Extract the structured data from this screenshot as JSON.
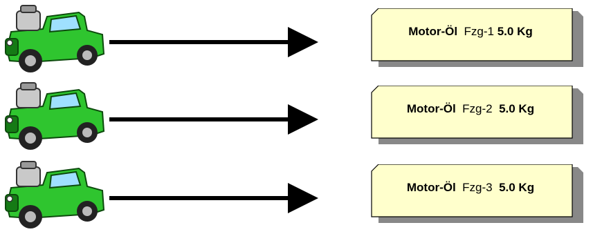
{
  "rows": [
    {
      "product": "Motor-Öl",
      "vehicle": "Fzg-1",
      "amount": "5.0 Kg"
    },
    {
      "product": "Motor-Öl",
      "vehicle": "Fzg-2",
      "amount": "5.0 Kg"
    },
    {
      "product": "Motor-Öl",
      "vehicle": "Fzg-3",
      "amount": "5.0 Kg"
    }
  ],
  "colors": {
    "truck_body": "#2fc52f",
    "truck_dark": "#157a15",
    "note_fill": "#ffffcc",
    "note_shadow": "#888888",
    "arrow": "#000000"
  },
  "icons": {
    "vehicle": "green-truck-icon",
    "flow": "right-arrow-icon"
  }
}
